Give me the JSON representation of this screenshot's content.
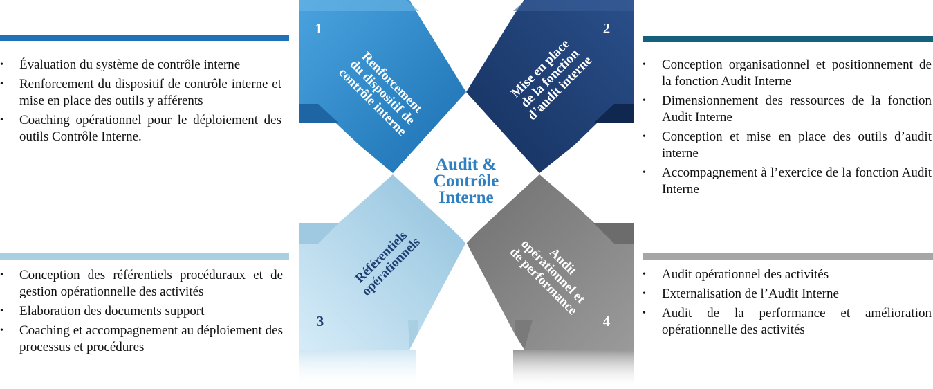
{
  "center_title": [
    "Audit &",
    "Contrôle",
    "Interne"
  ],
  "quadrants": [
    {
      "number": "1",
      "label_lines": [
        "Renforcement",
        "du dispositif de",
        "contrôle interne"
      ],
      "color": "#2f85c8",
      "bar_color": "#1f72b5",
      "items": [
        "Évaluation du système de contrôle interne",
        "Renforcement du dispositif de contrôle interne et mise en place des outils y afférents",
        "Coaching opérationnel pour le déploiement des outils Contrôle Interne."
      ]
    },
    {
      "number": "2",
      "label_lines": [
        "Mise en place",
        "de la fonction",
        "d’audit interne"
      ],
      "color": "#1e3e72",
      "bar_color": "#15607a",
      "items": [
        "Conception organisationnel et positionnement de la fonction Audit Interne",
        "Dimensionnement des ressources de la fonction Audit Interne",
        "Conception et mise en place des outils d’audit interne",
        "Accompagnement à l’exercice de la fonction Audit Interne"
      ]
    },
    {
      "number": "3",
      "label_lines": [
        "Référentiels",
        "opérationnels"
      ],
      "color": "#b3d6ea",
      "bar_color": "#a9cfe2",
      "items": [
        "Conception des référentiels procéduraux et de gestion opérationnelle des activités",
        "Elaboration des documents support",
        "Coaching et accompagnement au déploiement des processus et procédures"
      ]
    },
    {
      "number": "4",
      "label_lines": [
        "Audit",
        "opérationnel et",
        "de performance"
      ],
      "color": "#8c8c8c",
      "bar_color": "#a6a6a6",
      "items": [
        "Audit opérationnel des activités",
        "Externalisation de l’Audit Interne",
        "Audit de la performance et amélioration opérationnelle des activités"
      ]
    }
  ]
}
